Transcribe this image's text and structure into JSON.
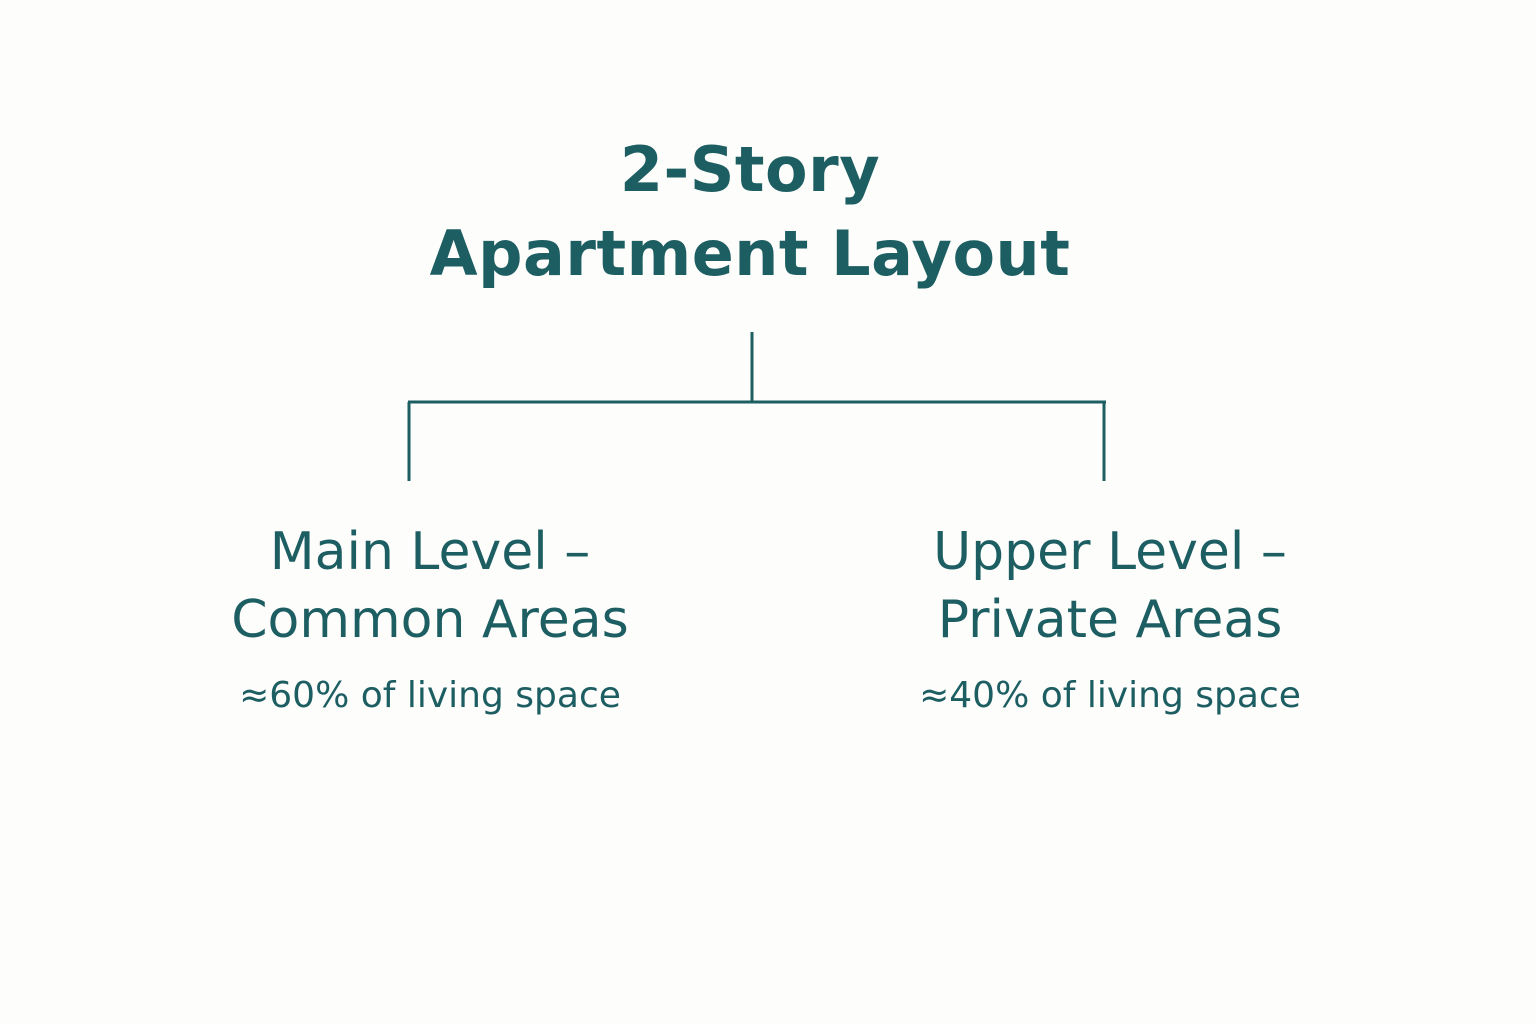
{
  "title": {
    "line1": "2-Story",
    "line2": "Apartment Layout"
  },
  "branches": [
    {
      "title_line1": "Main Level –",
      "title_line2": "Common Areas",
      "share": "≈60% of living space"
    },
    {
      "title_line1": "Upper Level –",
      "title_line2": "Private Areas",
      "share": "≈40% of living space"
    }
  ],
  "colors": {
    "accent": "#1d5e62",
    "background": "#fdfdfb"
  }
}
